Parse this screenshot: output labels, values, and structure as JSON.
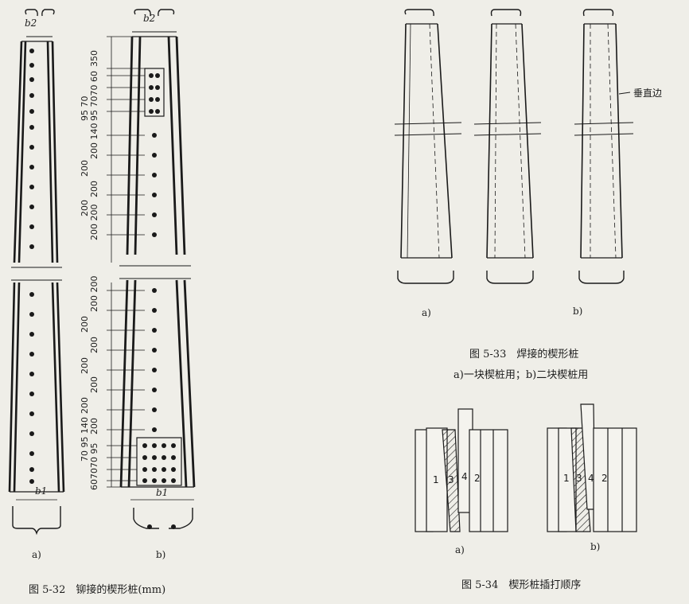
{
  "fig_532": {
    "caption": "图 5-32　铆接的楔形桩(mm)",
    "label_a": "a)",
    "label_b": "b)",
    "b2_left": "b2",
    "b2_right": "b2",
    "b1_left": "b1",
    "b1_right": "b1",
    "dims_top": [
      "350",
      "95 7070 60",
      "95 70",
      "200 140",
      "200",
      "200",
      "200",
      "200 200"
    ],
    "dims_bottom": [
      "200 200",
      "200",
      "200",
      "200",
      "200",
      "200",
      "200",
      "70 95 140",
      "607070 95"
    ]
  },
  "fig_533": {
    "caption": "图 5-33　焊接的楔形桩",
    "subcaption": "a)一块楔桩用；b)二块楔桩用",
    "label_a": "a)",
    "label_b": "b)",
    "annotation": "垂直边"
  },
  "fig_534": {
    "caption": "图 5-34　楔形桩插打顺序",
    "label_a": "a)",
    "label_b": "b)",
    "numbers_a": [
      "1",
      "3",
      "4",
      "2"
    ],
    "numbers_b": [
      "1",
      "3",
      "4",
      "2"
    ]
  }
}
